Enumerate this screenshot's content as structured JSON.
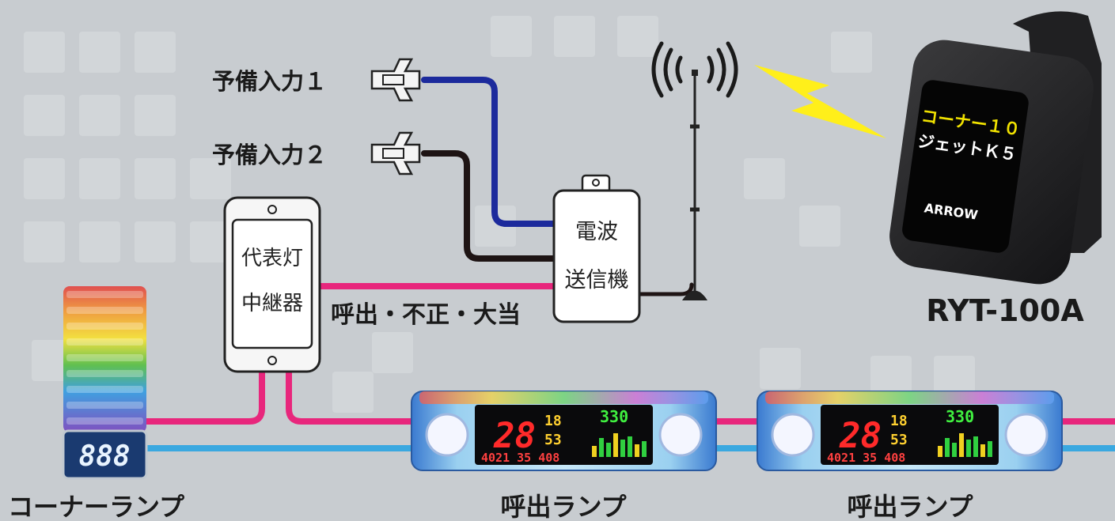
{
  "diagram": {
    "spare_input_1": "予備入力１",
    "spare_input_2": "予備入力２",
    "transmitter": {
      "line1": "電波",
      "line2": "送信機"
    },
    "relay": {
      "line1": "代表灯",
      "line2": "中継器"
    },
    "signal_label": "呼出・不正・大当",
    "watch_model": "RYT-100A",
    "watch_screen": {
      "line1": "コーナー１０",
      "line2": "ジェットＫ５",
      "brand": "ARROW"
    },
    "corner_lamp": {
      "label": "コーナーランプ",
      "display": "888"
    },
    "call_lamps": [
      {
        "label": "呼出ランプ",
        "big": "28",
        "small": "18",
        "small2": "53",
        "top_right": "330",
        "bottom": "4021 35 408"
      },
      {
        "label": "呼出ランプ",
        "big": "28",
        "small": "18",
        "small2": "53",
        "top_right": "330",
        "bottom": "4021 35 408"
      }
    ],
    "colors": {
      "background": "#c8ccd0",
      "blue_wire": "#1c2a9c",
      "black_wire": "#1e1414",
      "pink_wire": "#e8267c",
      "cyan_wire": "#3aa8e0",
      "lightning": "#ffef1a"
    }
  }
}
